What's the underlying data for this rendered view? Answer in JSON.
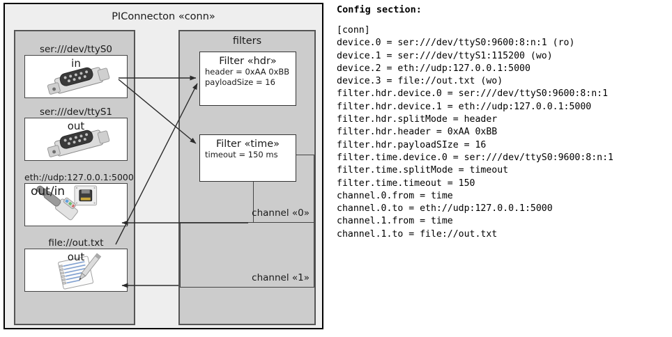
{
  "diagram": {
    "title": "PIConnecton «conn»",
    "devices_panel": {
      "name": "devices",
      "items": [
        {
          "caption": "ser:///dev/ttyS0",
          "label": "in",
          "icon": "serial-port-icon"
        },
        {
          "caption": "ser:///dev/ttyS1",
          "label": "out",
          "icon": "serial-port-icon"
        },
        {
          "caption": "eth://udp:127.0.0.1:5000",
          "label": "out/in",
          "icon": "ethernet-plug-icon"
        },
        {
          "caption": "file://out.txt",
          "label": "out",
          "icon": "text-file-icon"
        }
      ]
    },
    "filters_panel": {
      "title": "filters",
      "filters": [
        {
          "title": "Filter «hdr»",
          "props": [
            "header = 0xAA 0xBB",
            "payloadSize = 16"
          ]
        },
        {
          "title": "Filter «time»",
          "props": [
            "timeout = 150 ms"
          ]
        }
      ],
      "channels": [
        {
          "label": "channel «0»"
        },
        {
          "label": "channel «1»"
        }
      ]
    }
  },
  "config": {
    "heading": "Config section:",
    "lines": [
      "[conn]",
      "device.0 = ser:///dev/ttyS0:9600:8:n:1 (ro)",
      "device.1 = ser:///dev/ttyS1:115200 (wo)",
      "device.2 = eth://udp:127.0.0.1:5000",
      "device.3 = file://out.txt (wo)",
      "filter.hdr.device.0 = ser:///dev/ttyS0:9600:8:n:1",
      "filter.hdr.device.1 = eth://udp:127.0.0.1:5000",
      "filter.hdr.splitMode = header",
      "filter.hdr.header = 0xAA 0xBB",
      "filter.hdr.payloadSIze = 16",
      "filter.time.device.0 = ser:///dev/ttyS0:9600:8:n:1",
      "filter.time.splitMode = timeout",
      "filter.time.timeout = 150",
      "channel.0.from = time",
      "channel.0.to = eth://udp:127.0.0.1:5000",
      "channel.1.from = time",
      "channel.1.to = file://out.txt"
    ]
  },
  "colors": {
    "panel_fill": "#cccccc",
    "outer_fill": "#eeeeee",
    "box_fill": "#ffffff",
    "stroke": "#444444",
    "outer_stroke": "#000000"
  }
}
